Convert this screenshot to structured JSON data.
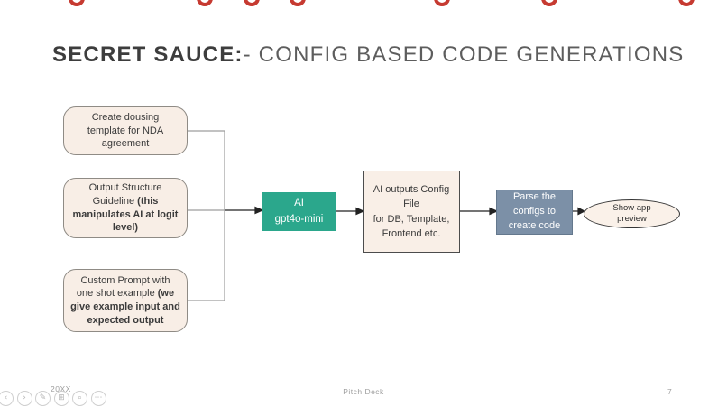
{
  "slide": {
    "title": {
      "bold_part": "SECRET SAUCE:",
      "light_part": "- CONFIG BASED CODE GENERATIONS"
    },
    "footer": {
      "date": "20XX",
      "label": "Pitch Deck",
      "page_number": "7"
    }
  },
  "flowchart": {
    "box_dousing": {
      "lines": [
        {
          "regular": "Create dousing",
          "bold": ""
        },
        {
          "regular": "template for NDA",
          "bold": ""
        },
        {
          "regular": "agreement",
          "bold": ""
        }
      ]
    },
    "box_output_structure": {
      "lines": [
        {
          "regular": "Output Structure",
          "bold": ""
        },
        {
          "regular": "Guideline ",
          "bold": "(this"
        },
        {
          "regular": "",
          "bold": "manipulates AI at logit"
        },
        {
          "regular": "",
          "bold": "level)"
        }
      ]
    },
    "box_custom_prompt": {
      "lines": [
        {
          "regular": "Custom Prompt with",
          "bold": ""
        },
        {
          "regular": "one shot example ",
          "bold": "(we"
        },
        {
          "regular": "",
          "bold": "give example input and"
        },
        {
          "regular": "",
          "bold": "expected output"
        }
      ]
    },
    "box_ai": {
      "lines": [
        "AI",
        "gpt4o-mini"
      ]
    },
    "box_config_output": {
      "lines": [
        "AI outputs Config",
        "File",
        "for DB, Template,",
        "Frontend etc."
      ]
    },
    "box_parse": {
      "lines": [
        "Parse the",
        "configs to",
        "create code"
      ]
    },
    "ellipse_preview": {
      "lines": [
        "Show app",
        "preview"
      ]
    }
  },
  "presenter_controls": {
    "previous": {
      "glyph": "‹"
    },
    "next": {
      "glyph": "›"
    },
    "pen": {
      "glyph": "✎"
    },
    "all_slides": {
      "glyph": "⊞"
    },
    "zoom": {
      "glyph": "⌕"
    },
    "more": {
      "glyph": "⋯"
    }
  },
  "colors": {
    "accent_green": "#2ba78c",
    "accent_slate_blue": "#7c90a7",
    "box_cream": "#f8eee6",
    "top_marker_red": "#c63a31",
    "connector_gray": "#9e9e9e",
    "arrow_black": "#222222",
    "title_dark": "#3d3d3d",
    "title_light": "#5d5d5d"
  }
}
